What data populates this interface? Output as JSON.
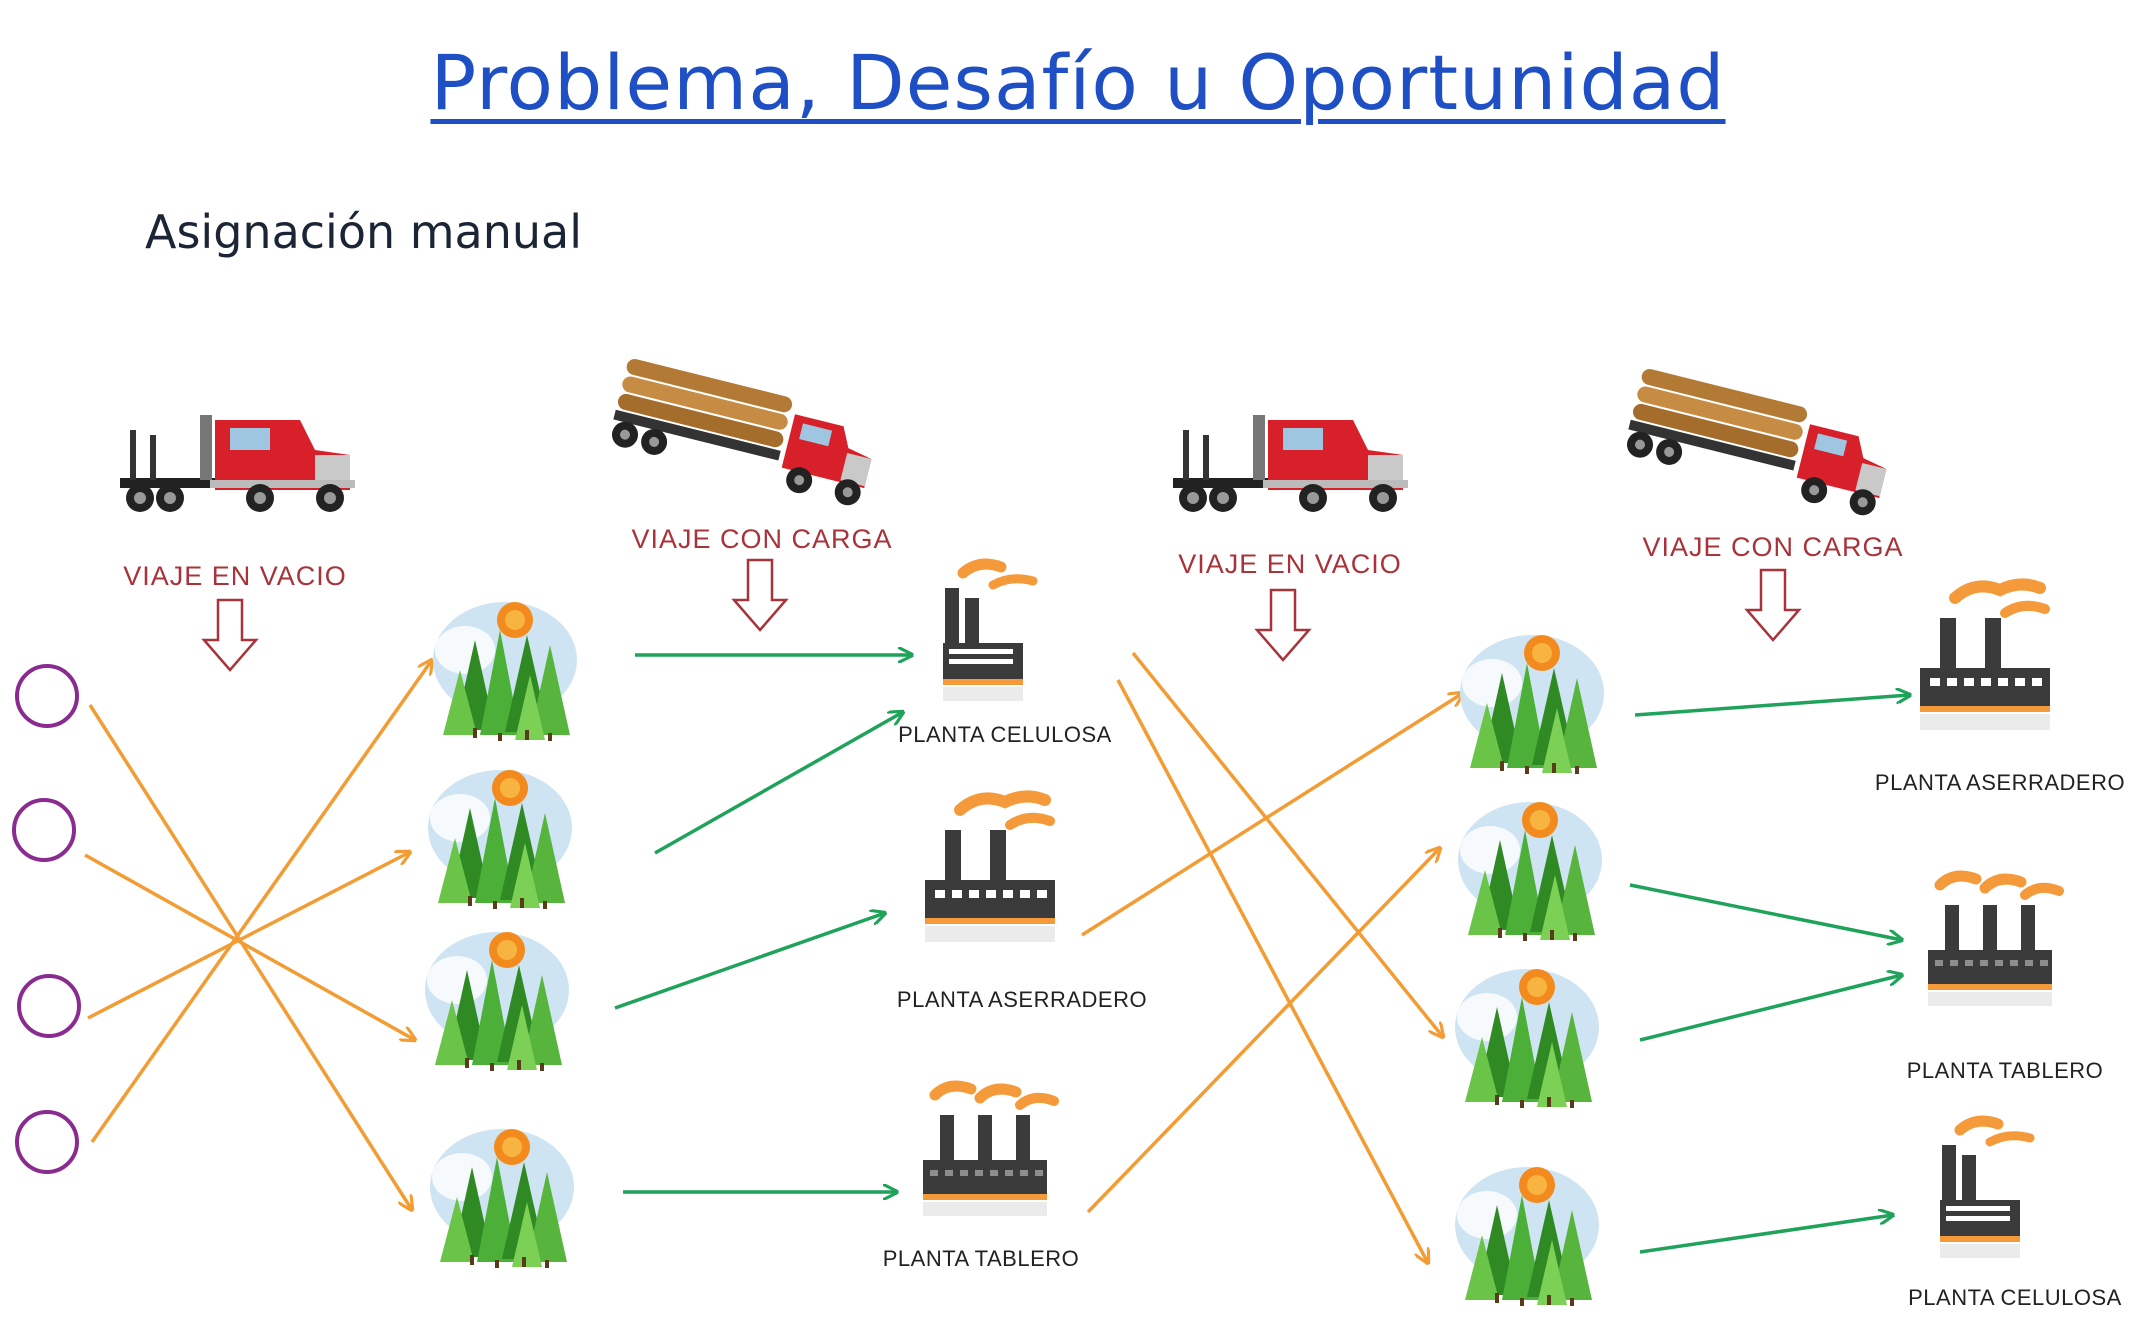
{
  "header": {
    "title": "Problema, Desafío u Oportunidad",
    "subtitle": "Asignación manual"
  },
  "trips": {
    "empty_1": "VIAJE EN VACIO",
    "loaded_1": "VIAJE CON CARGA",
    "empty_2": "VIAJE EN VACIO",
    "loaded_2": "VIAJE CON CARGA"
  },
  "plants": {
    "a_celulosa": "PLANTA CELULOSA",
    "a_aserradero": "PLANTA ASERRADERO",
    "a_tablero": "PLANTA TABLERO",
    "b_aserradero": "PLANTA ASERRADERO",
    "b_tablero": "PLANTA TABLERO",
    "b_celulosa": "PLANTA CELULOSA"
  },
  "colors": {
    "title": "#1f4fc4",
    "empty_trip_arrow": "#f39c34",
    "loaded_trip_arrow": "#1fa25a",
    "origin_circle": "#8a2b8f",
    "trip_label": "#a8333a",
    "truck_cab": "#d8202a",
    "logs": "#b27a35",
    "factory": "#3b3b3b",
    "smoke": "#f59a3a",
    "tree": "#3f9a2c"
  },
  "icons": {
    "origin": "circle-icon",
    "truck_empty": "truck-icon",
    "truck_loaded": "log-truck-icon",
    "forest": "forest-icon",
    "plant": "factory-icon",
    "down_arrow": "down-arrow-icon"
  }
}
